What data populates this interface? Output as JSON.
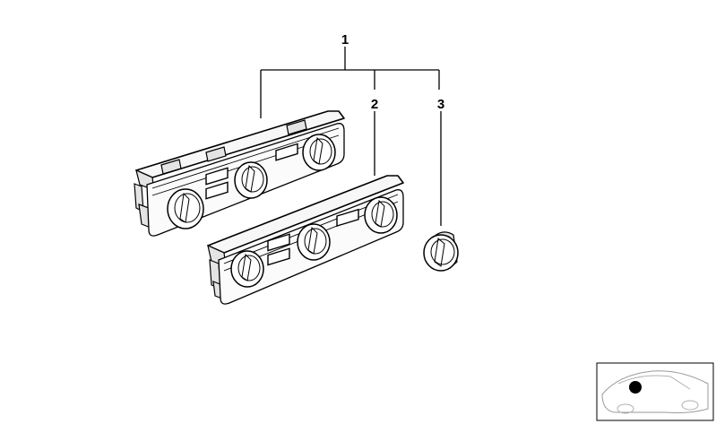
{
  "callouts": [
    {
      "id": "1",
      "label": "1"
    },
    {
      "id": "2",
      "label": "2"
    },
    {
      "id": "3",
      "label": "3"
    }
  ],
  "parts": [
    {
      "callout": "1",
      "icon": "climate-control-panel-icon"
    },
    {
      "callout": "2",
      "icon": "climate-control-panel-icon"
    },
    {
      "callout": "3",
      "icon": "rotary-knob-icon"
    }
  ],
  "thumbnail": {
    "icon": "car-silhouette-icon",
    "marker_color": "#000000"
  },
  "colors": {
    "line": "#000000",
    "background": "#ffffff"
  }
}
